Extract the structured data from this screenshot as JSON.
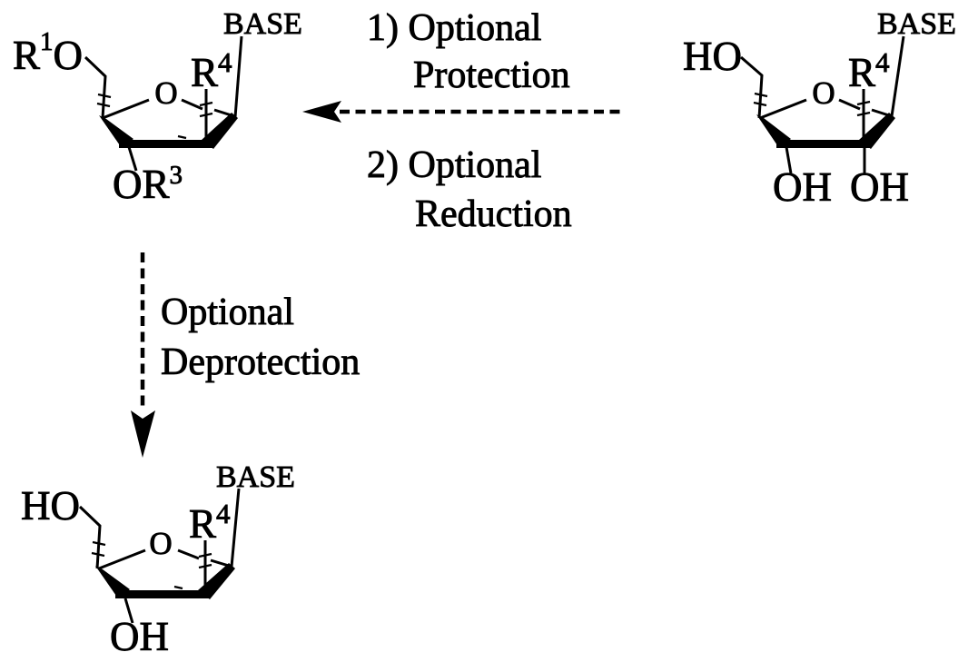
{
  "figure": {
    "type": "chemical-reaction-scheme",
    "colors": {
      "ink": "#000000",
      "background": "#ffffff"
    }
  },
  "molecules": {
    "top_left": {
      "o5_main": "R",
      "o5_sup": "1",
      "o5_tail": "O",
      "base": "BASE",
      "ring_o": "O",
      "c2_main": "R",
      "c2_sup": "4",
      "c3_main": "OR",
      "c3_sup": "3"
    },
    "top_right": {
      "o5": "HO",
      "base": "BASE",
      "ring_o": "O",
      "c2_main": "R",
      "c2_sup": "4",
      "c3_oh": "OH",
      "c2_oh": "OH"
    },
    "bottom": {
      "o5": "HO",
      "base": "BASE",
      "ring_o": "O",
      "c2_main": "R",
      "c2_sup": "4",
      "c3_oh": "OH"
    }
  },
  "arrows": {
    "horizontal": {
      "direction": "left",
      "style": "dashed",
      "line1": "1) Optional",
      "line2": "Protection",
      "line3": "2) Optional",
      "line4": "Reduction"
    },
    "vertical": {
      "direction": "down",
      "style": "dashed",
      "line1": "Optional",
      "line2": "Deprotection"
    }
  }
}
